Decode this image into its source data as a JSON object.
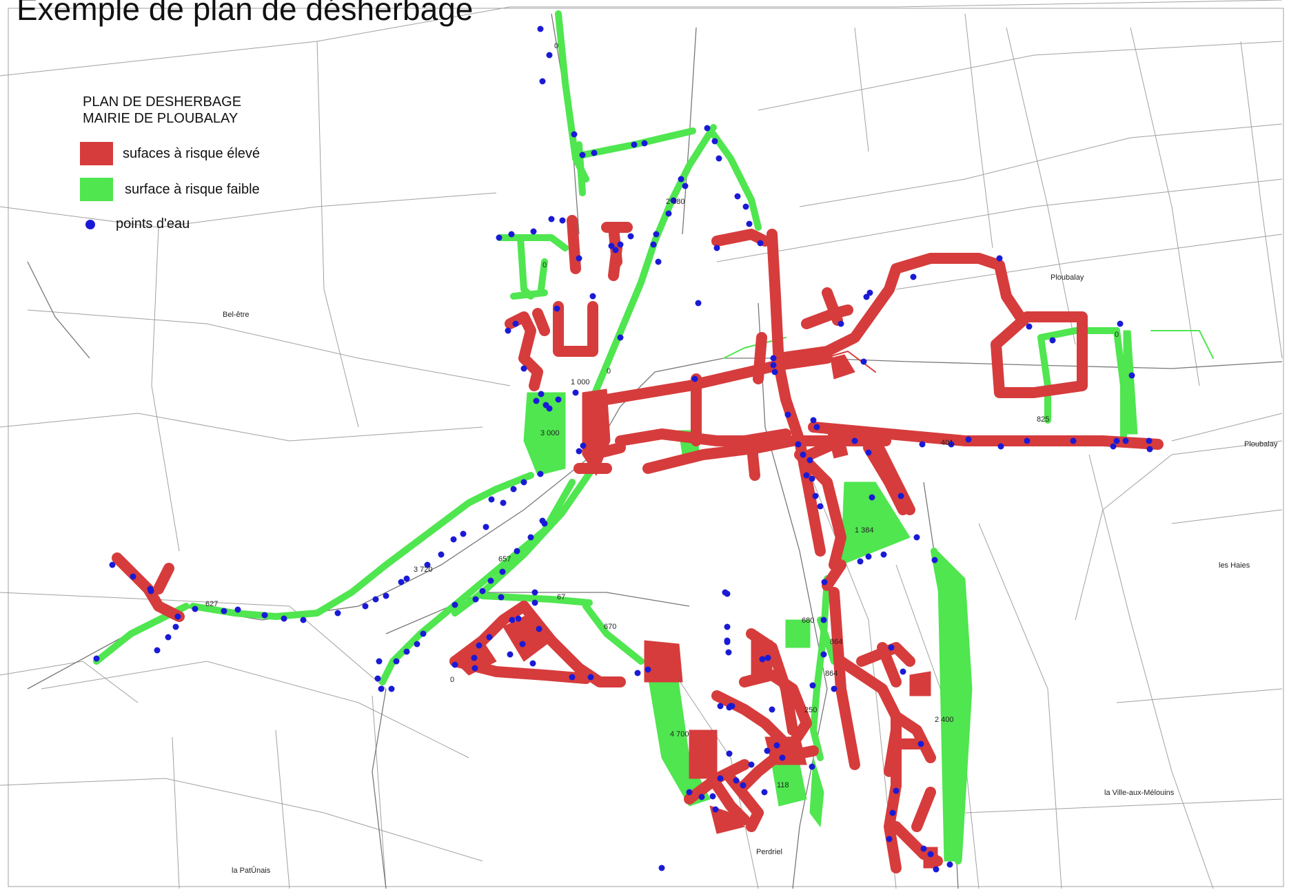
{
  "title": "Exemple de plan de désherbage",
  "legend": {
    "heading_line1": "PLAN DE DESHERBAGE",
    "heading_line2": "MAIRIE DE PLOUBALAY",
    "items": [
      {
        "label": "sufaces à risque élevé",
        "color": "#d63c3c"
      },
      {
        "label": "surface à risque faible",
        "color": "#4fe64f"
      },
      {
        "label": "points d'eau",
        "color": "#1a1ad6"
      }
    ]
  },
  "colors": {
    "high_risk": "#d63c3c",
    "low_risk": "#4fe64f",
    "water_point": "#1a1ad6",
    "parcel_line": "#9a9a9a"
  },
  "places": [
    "Bel-être",
    "Ploubalay",
    "Ploubalay",
    "les Haies",
    "la Ville-aux-Mélouins",
    "Perdriel",
    "la PatÛnais"
  ],
  "area_labels": [
    "2 380",
    "0",
    "1 000",
    "0",
    "3 000",
    "401",
    "825",
    "0",
    "1 384",
    "3 720",
    "657",
    "627",
    "67",
    "670",
    "0",
    "680",
    "864",
    "864",
    "250",
    "2 400",
    "4 700",
    "118",
    "0"
  ]
}
